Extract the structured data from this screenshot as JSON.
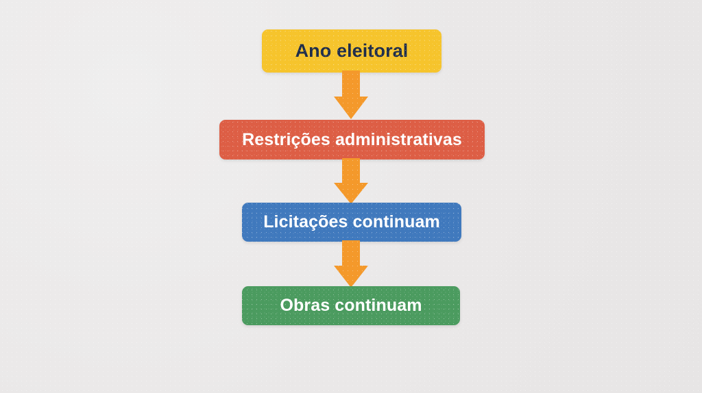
{
  "diagram": {
    "type": "flowchart",
    "orientation": "vertical-top-to-bottom",
    "background_color": "#ebe9e9",
    "nodes": [
      {
        "id": "ano-eleitoral",
        "label": "Ano eleitoral",
        "fill_color": "#f6c42c",
        "text_color": "#1f2d4a",
        "order": 1
      },
      {
        "id": "restricoes-administrativas",
        "label": "Restrições administrativas",
        "fill_color": "#dd5e45",
        "text_color": "#ffffff",
        "order": 2
      },
      {
        "id": "licitacoes-continuam",
        "label": "Licitações continuam",
        "fill_color": "#4079bd",
        "text_color": "#ffffff",
        "order": 3
      },
      {
        "id": "obras-continuam",
        "label": "Obras continuam",
        "fill_color": "#4b9b5f",
        "text_color": "#ffffff",
        "order": 4
      }
    ],
    "connectors": [
      {
        "id": "arrow-1",
        "from": "ano-eleitoral",
        "to": "restricoes-administrativas",
        "shape": "down-arrow",
        "color": "#f4992b"
      },
      {
        "id": "arrow-2",
        "from": "restricoes-administrativas",
        "to": "licitacoes-continuam",
        "shape": "down-arrow",
        "color": "#f4992b"
      },
      {
        "id": "arrow-3",
        "from": "licitacoes-continuam",
        "to": "obras-continuam",
        "shape": "down-arrow",
        "color": "#f4992b"
      }
    ]
  }
}
